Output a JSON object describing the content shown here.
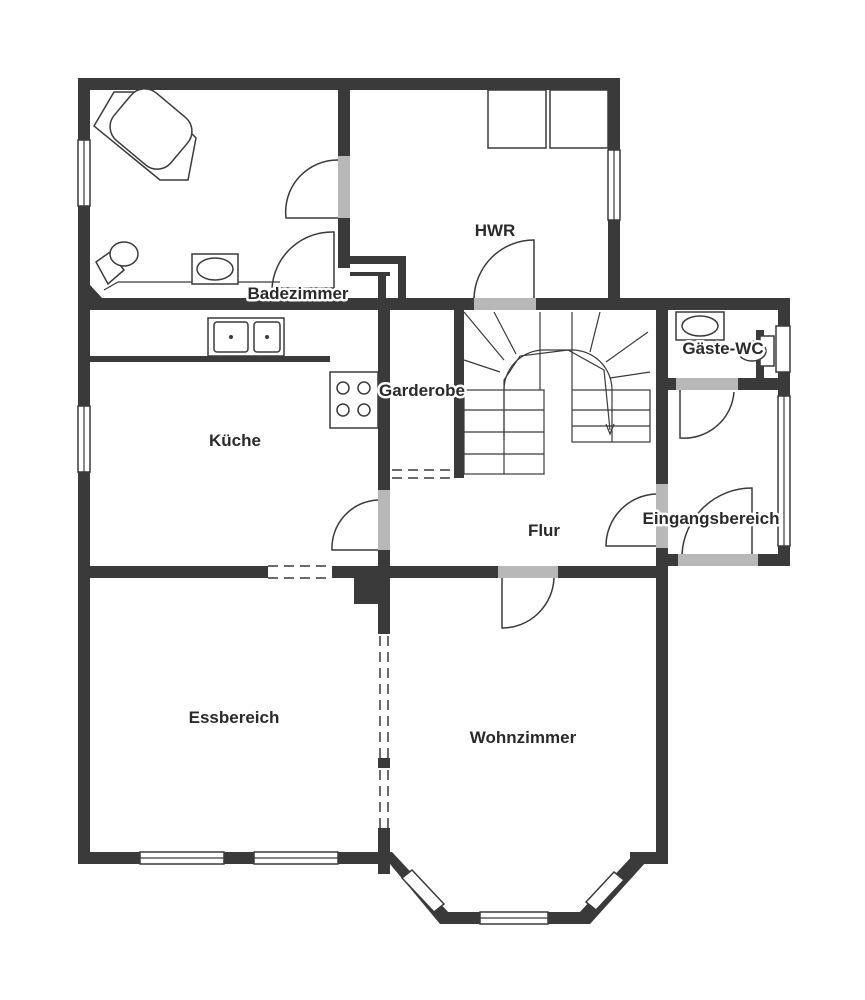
{
  "rooms": {
    "badezimmer": "Badezimmer",
    "hwr": "HWR",
    "gaeste_wc": "Gäste-WC",
    "kueche": "Küche",
    "garderobe": "Garderobe",
    "flur": "Flur",
    "eingangsbereich": "Eingangsbereich",
    "essbereich": "Essbereich",
    "wohnzimmer": "Wohnzimmer"
  },
  "colors": {
    "wall": "#3a3a3a",
    "door_leaf": "#b8b8b8",
    "background": "#ffffff"
  }
}
